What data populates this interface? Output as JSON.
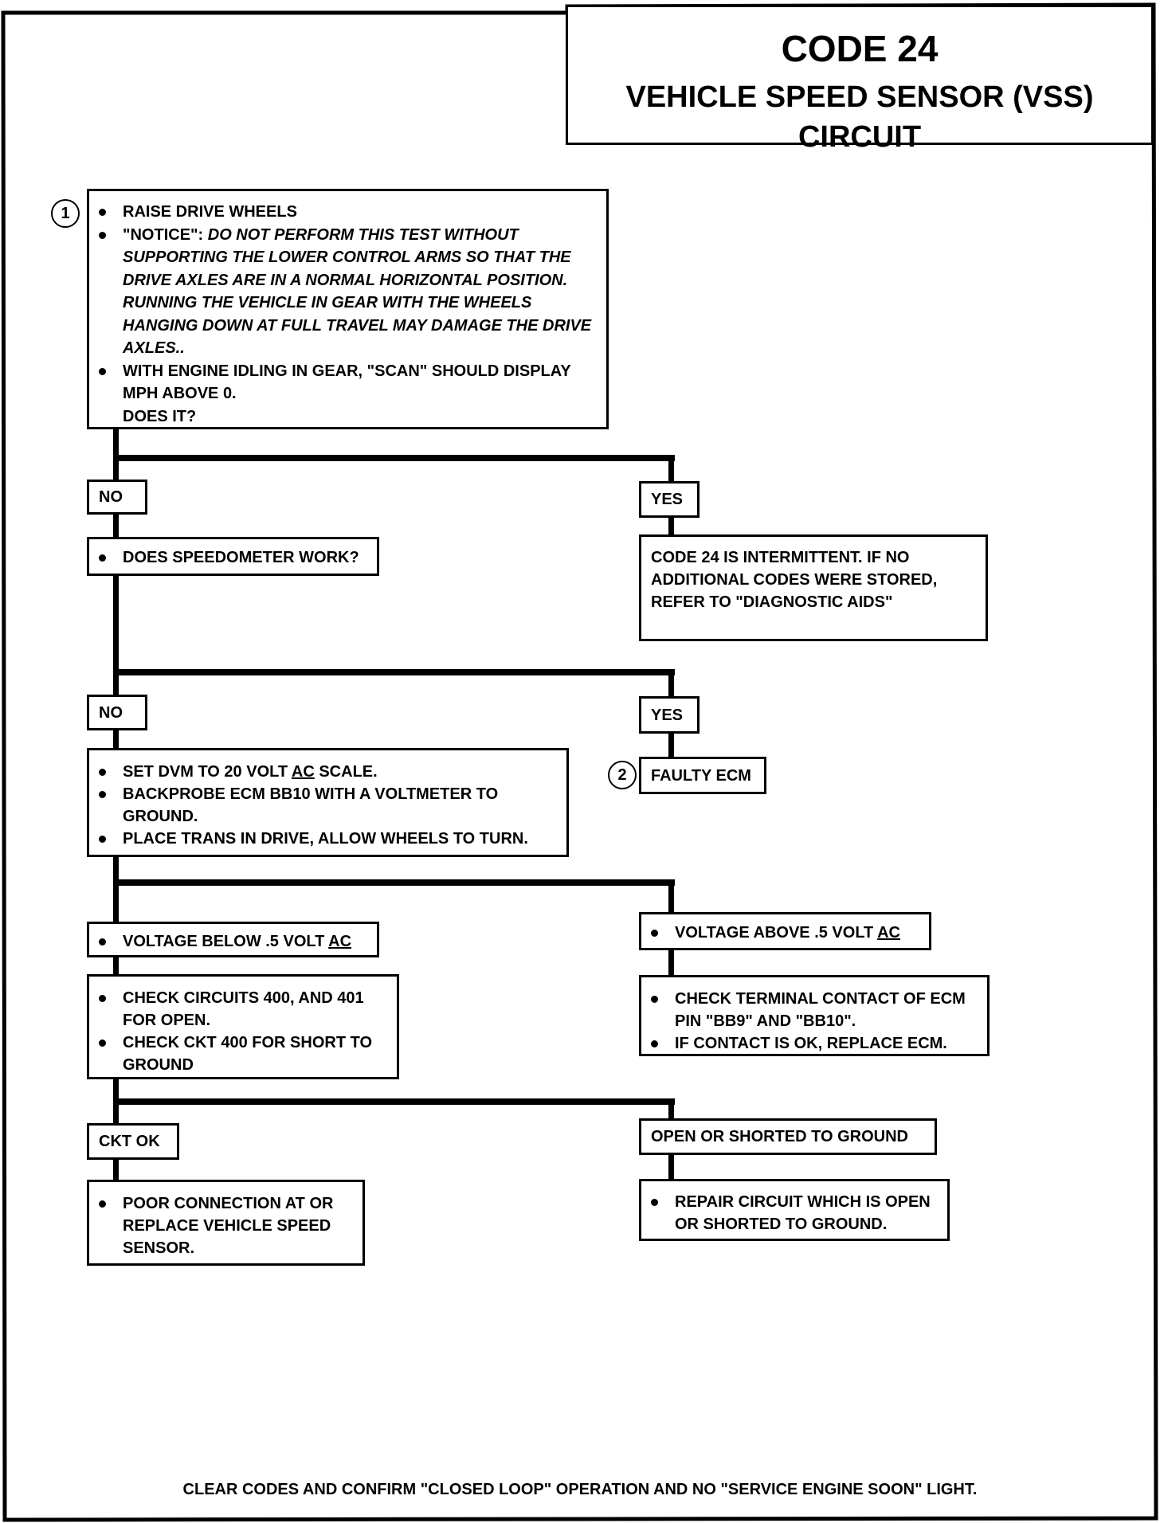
{
  "header": {
    "code": "CODE 24",
    "title": "VEHICLE SPEED SENSOR (VSS) CIRCUIT"
  },
  "callouts": {
    "c1": "1",
    "c2": "2"
  },
  "step1": {
    "bullet1": "RAISE DRIVE WHEELS",
    "notice_label": "\"NOTICE\":",
    "notice_text": "DO NOT PERFORM THIS TEST WITHOUT SUPPORTING THE LOWER CONTROL ARMS SO THAT THE DRIVE AXLES ARE IN A NORMAL HORIZONTAL POSITION. RUNNING THE VEHICLE IN GEAR WITH THE WHEELS HANGING DOWN AT FULL TRAVEL MAY DAMAGE THE DRIVE AXLES..",
    "bullet3": "WITH ENGINE IDLING IN GEAR, \"SCAN\" SHOULD DISPLAY MPH ABOVE 0.",
    "question": "DOES IT?"
  },
  "labels": {
    "no1": "NO",
    "yes1": "YES",
    "no2": "NO",
    "yes2": "YES",
    "ckt_ok": "CKT OK",
    "open_or_shorted": "OPEN OR SHORTED TO GROUND"
  },
  "speedometer": "DOES SPEEDOMETER WORK?",
  "intermittent": "CODE 24 IS INTERMITTENT. IF NO ADDITIONAL CODES WERE STORED, REFER TO \"DIAGNOSTIC AIDS\"",
  "faulty_ecm": "FAULTY ECM",
  "dvm": {
    "b1_pre": "SET DVM TO 20 VOLT ",
    "b1_u": "AC",
    "b1_post": " SCALE.",
    "b2": "BACKPROBE ECM BB10 WITH A VOLTMETER TO GROUND.",
    "b3": "PLACE TRANS IN DRIVE,  ALLOW WHEELS TO TURN."
  },
  "volt_below": {
    "pre": "VOLTAGE BELOW .5 VOLT ",
    "u": "AC"
  },
  "volt_above": {
    "pre": "VOLTAGE ABOVE .5 VOLT ",
    "u": "AC"
  },
  "check_circuits": {
    "b1": "CHECK CIRCUITS 400, AND 401 FOR OPEN.",
    "b2": "CHECK CKT 400 FOR SHORT TO GROUND"
  },
  "check_terminal": {
    "b1": "CHECK TERMINAL CONTACT OF ECM PIN \"BB9\" AND \"BB10\".",
    "b2": "IF CONTACT IS OK, REPLACE ECM."
  },
  "poor_connection": "POOR CONNECTION AT  OR REPLACE VEHICLE SPEED SENSOR.",
  "repair_circuit": "REPAIR CIRCUIT WHICH IS OPEN OR SHORTED TO GROUND.",
  "footer": "CLEAR CODES AND CONFIRM \"CLOSED LOOP\" OPERATION AND NO \"SERVICE ENGINE SOON\" LIGHT."
}
